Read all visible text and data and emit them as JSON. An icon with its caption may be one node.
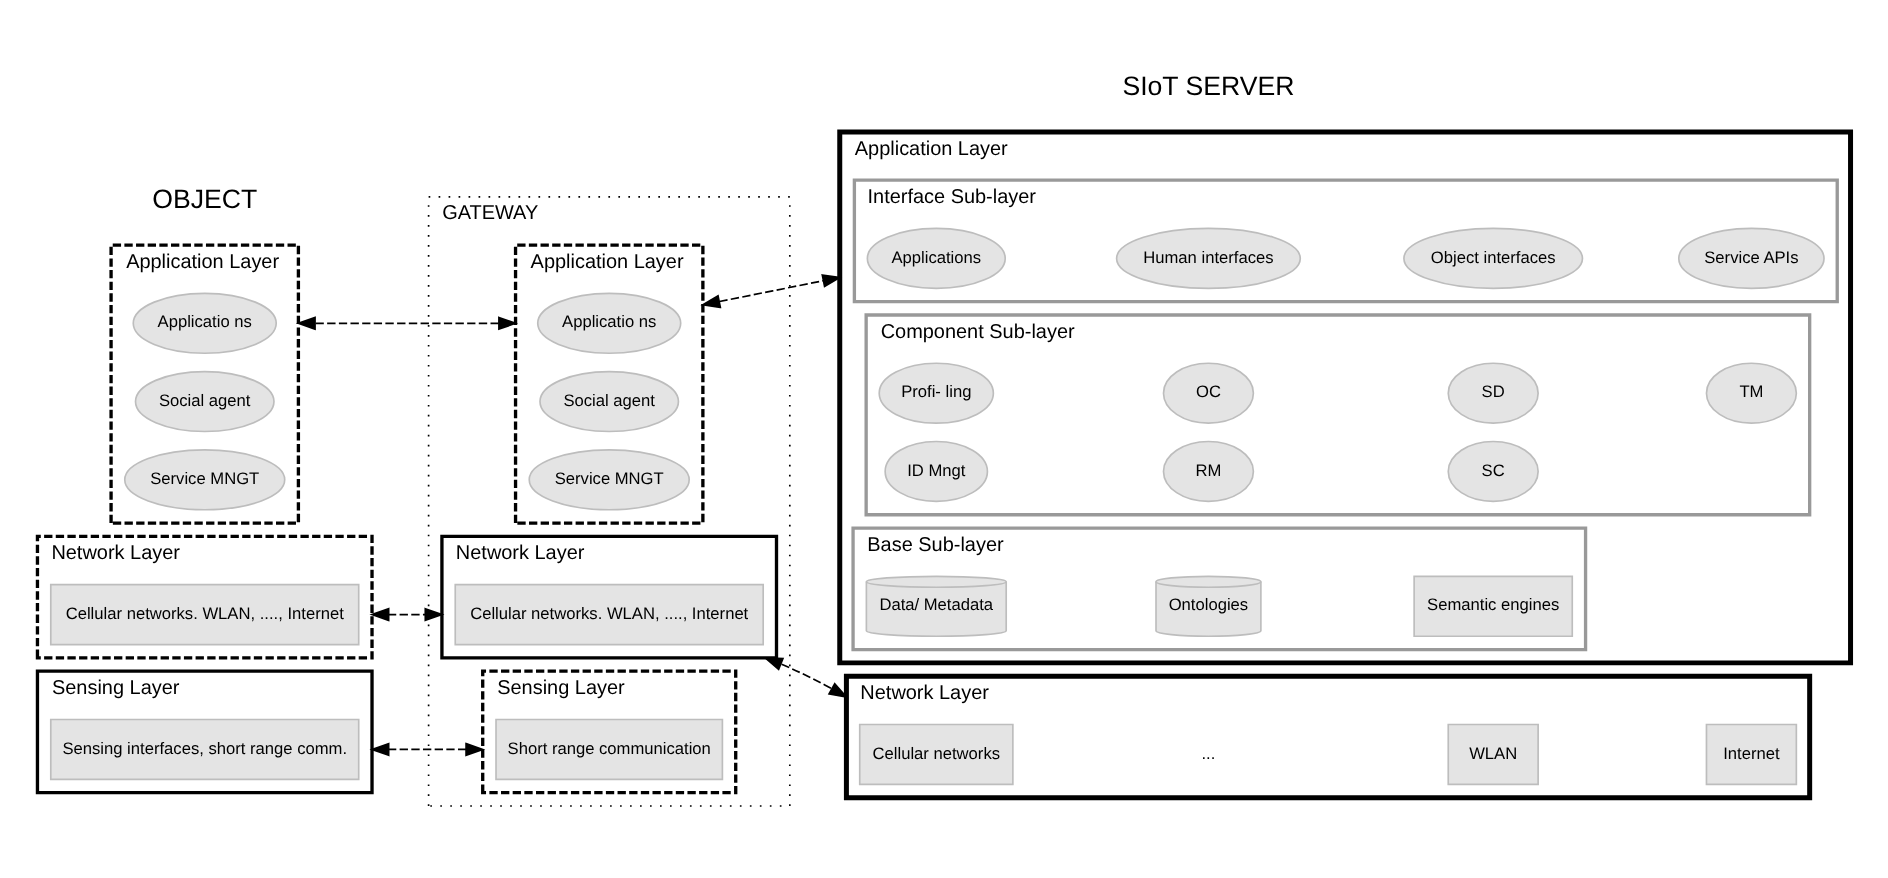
{
  "diagram": {
    "nodes": [
      {
        "text": [
          "Application Layer"
        ]
      },
      {
        "text": [
          "Applicatio ns"
        ],
        "in": 0
      },
      {
        "text": [
          "Social agent"
        ],
        "in": 0
      },
      {
        "text": [
          "Service MNGT"
        ],
        "in": 0
      },
      {
        "text": [
          "Network Layer"
        ]
      },
      {
        "text": [
          "Cellular networks. WLAN, ...., Internet"
        ],
        "in": 4
      },
      {
        "text": [
          "Sensing Layer"
        ]
      },
      {
        "text": [
          "Sensing interfaces, short range comm."
        ],
        "in": 6
      },
      {
        "text": [
          "GATEWAY"
        ]
      },
      {
        "text": [
          "Application Layer"
        ],
        "in": 8
      },
      {
        "text": [
          "Applicatio ns"
        ],
        "in": 9
      },
      {
        "text": [
          "Social agent"
        ],
        "in": 9
      },
      {
        "text": [
          "Service MNGT"
        ],
        "in": 9
      },
      {
        "text": [
          "Network Layer"
        ],
        "in": 8
      },
      {
        "text": [
          "Cellular networks. WLAN, ...., Internet"
        ],
        "in": 13
      },
      {
        "text": [
          "Sensing Layer"
        ],
        "in": 8
      },
      {
        "text": [
          "Short range communication"
        ],
        "in": 15
      },
      {
        "text": [
          "Application Layer"
        ]
      },
      {
        "text": [
          "Interface Sub-layer"
        ],
        "in": 17
      },
      {
        "text": [
          "Applications"
        ],
        "in": 18
      },
      {
        "text": [
          "Human interfaces"
        ],
        "in": 18
      },
      {
        "text": [
          "Object interfaces"
        ],
        "in": 18
      },
      {
        "text": [
          "Service APIs"
        ],
        "in": 18
      },
      {
        "text": [
          "Component Sub-layer"
        ],
        "in": 17
      },
      {
        "text": [
          "Profi- ling"
        ],
        "in": 23
      },
      {
        "text": [
          "OC"
        ],
        "in": 23
      },
      {
        "text": [
          "SD"
        ],
        "in": 23
      },
      {
        "text": [
          "TM"
        ],
        "in": 23
      },
      {
        "text": [
          "ID Mngt"
        ],
        "in": 23
      },
      {
        "text": [
          "RM"
        ],
        "in": 23
      },
      {
        "text": [
          "SC"
        ],
        "in": 23
      },
      {
        "text": [
          "Base Sub-layer"
        ],
        "in": 17
      },
      {
        "text": [
          "Data/ Metadata"
        ],
        "in": 31
      },
      {
        "text": [
          "Ontologies"
        ],
        "in": 31
      },
      {
        "text": [
          "Semantic engines"
        ],
        "in": 31
      },
      {
        "text": [
          "Network Layer"
        ]
      },
      {
        "text": [
          "Cellular networks"
        ],
        "in": 35
      },
      {
        "text": [
          "WLAN"
        ],
        "in": 35
      },
      {
        "text": [
          "Internet"
        ],
        "in": 35
      }
    ],
    "edges": [
      {
        "from": 0,
        "to": 9,
        "arrow": "both",
        "style": "dashed"
      },
      {
        "from": 4,
        "to": 13,
        "arrow": "both",
        "style": "dashed"
      },
      {
        "from": 6,
        "to": 15,
        "arrow": "both",
        "style": "dashed"
      },
      {
        "from": 9,
        "to": 17,
        "arrow": "both",
        "style": "dashed"
      },
      {
        "from": 13,
        "to": 35,
        "arrow": "both",
        "style": "dashed"
      }
    ],
    "labels": [
      "OBJECT",
      "...",
      "SIoT SERVER"
    ]
  }
}
